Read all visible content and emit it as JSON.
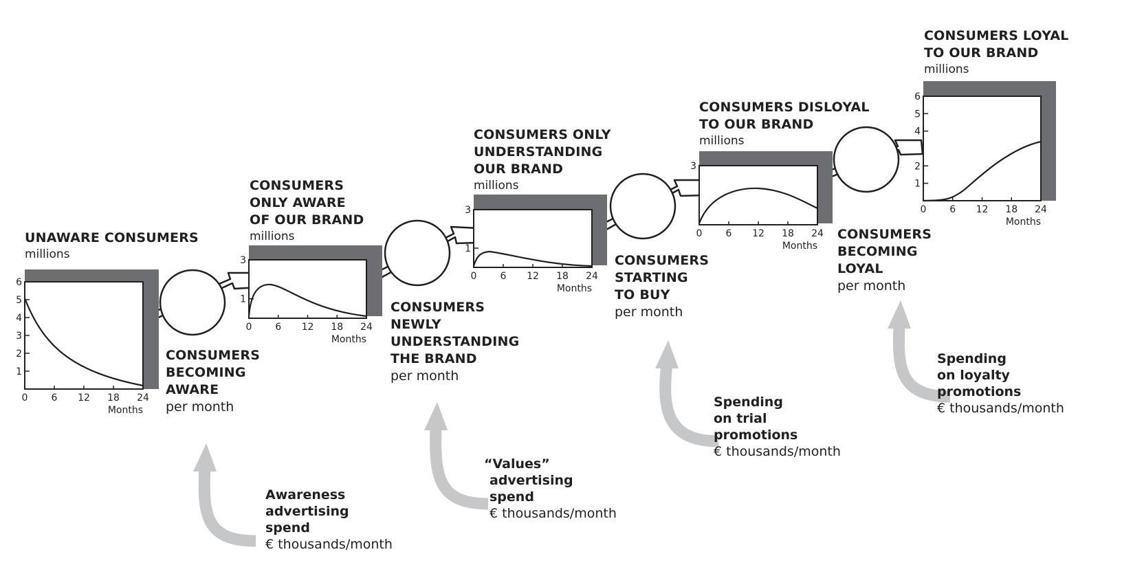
{
  "stocks": [
    {
      "title_lines": [
        "UNAWARE CONSUMERS"
      ],
      "unit": "millions",
      "y_ticks": [
        "1",
        "2",
        "3",
        "4",
        "5",
        "6"
      ],
      "x_ticks": [
        "0",
        "6",
        "12",
        "18",
        "24"
      ],
      "x_label": "Months"
    },
    {
      "title_lines": [
        "CONSUMERS",
        "ONLY AWARE",
        "OF OUR BRAND"
      ],
      "unit": "millions",
      "y_ticks": [
        "1",
        "3"
      ],
      "x_ticks": [
        "0",
        "6",
        "12",
        "18",
        "24"
      ],
      "x_label": "Months"
    },
    {
      "title_lines": [
        "CONSUMERS ONLY",
        "UNDERSTANDING",
        "OUR BRAND"
      ],
      "unit": "millions",
      "y_ticks": [
        "1",
        "3"
      ],
      "x_ticks": [
        "0",
        "6",
        "12",
        "18",
        "24"
      ],
      "x_label": "Months"
    },
    {
      "title_lines": [
        "CONSUMERS DISLOYAL",
        "TO OUR BRAND"
      ],
      "unit": "millions",
      "y_ticks": [
        "3"
      ],
      "x_ticks": [
        "0",
        "6",
        "12",
        "18",
        "24"
      ],
      "x_label": "Months"
    },
    {
      "title_lines": [
        "CONSUMERS LOYAL",
        "TO OUR BRAND"
      ],
      "unit": "millions",
      "y_ticks": [
        "1",
        "2",
        "4",
        "5",
        "6"
      ],
      "x_ticks": [
        "0",
        "6",
        "12",
        "18",
        "24"
      ],
      "x_label": "Months"
    }
  ],
  "flows": [
    {
      "title_lines": [
        "CONSUMERS",
        "BECOMING",
        "AWARE"
      ],
      "unit": "per month"
    },
    {
      "title_lines": [
        "CONSUMERS",
        "NEWLY",
        "UNDERSTANDING",
        "THE BRAND"
      ],
      "unit": "per month"
    },
    {
      "title_lines": [
        "CONSUMERS",
        "STARTING",
        "TO BUY"
      ],
      "unit": "per month"
    },
    {
      "title_lines": [
        "CONSUMERS",
        "BECOMING",
        "LOYAL"
      ],
      "unit": "per month"
    }
  ],
  "spending": [
    {
      "title_lines": [
        "Awareness",
        "advertising",
        "spend"
      ],
      "unit": "€ thousands/month"
    },
    {
      "title_lines": [
        "“Values”",
        "advertising",
        "spend"
      ],
      "unit": "€ thousands/month"
    },
    {
      "title_lines": [
        "Spending",
        "on trial",
        "promotions"
      ],
      "unit": "€ thousands/month"
    },
    {
      "title_lines": [
        "Spending",
        "on loyalty",
        "promotions"
      ],
      "unit": "€ thousands/month"
    }
  ],
  "colors": {
    "box_edge": "#6d6e71",
    "box_border": "#231f20",
    "pipe": "#231f20",
    "influence_arrow": "#c6c7c9",
    "text": "#231f20"
  }
}
